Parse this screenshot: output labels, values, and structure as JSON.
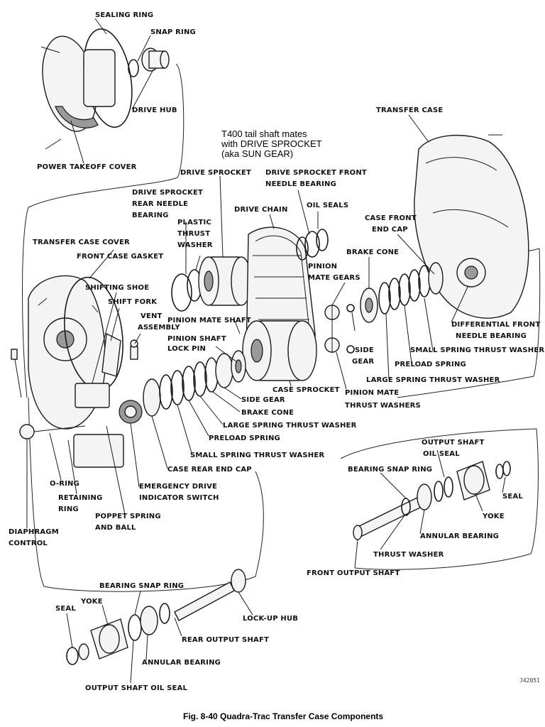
{
  "note": {
    "line1": "T400 tail shaft mates",
    "line2": "with DRIVE SPROCKET",
    "line3": "(aka SUN GEAR)"
  },
  "labels": {
    "sealing_ring": "SEALING RING",
    "snap_ring": "SNAP RING",
    "drive_hub": "DRIVE HUB",
    "power_takeoff_cover": "POWER TAKEOFF COVER",
    "transfer_case": "TRANSFER CASE",
    "drive_sprocket": "DRIVE SPROCKET",
    "drive_sprocket_front_needle_1": "DRIVE SPROCKET FRONT",
    "drive_sprocket_front_needle_2": "NEEDLE BEARING",
    "drive_sprocket_rear_needle_1": "DRIVE SPROCKET",
    "drive_sprocket_rear_needle_2": "REAR NEEDLE",
    "drive_sprocket_rear_needle_3": "BEARING",
    "drive_chain": "DRIVE CHAIN",
    "oil_seals": "OIL SEALS",
    "plastic_thrust_washer_1": "PLASTIC",
    "plastic_thrust_washer_2": "THRUST",
    "plastic_thrust_washer_3": "WASHER",
    "case_front_end_cap_1": "CASE FRONT",
    "case_front_end_cap_2": "END CAP",
    "transfer_case_cover": "TRANSFER CASE COVER",
    "front_case_gasket": "FRONT CASE GASKET",
    "brake_cone_upper": "BRAKE CONE",
    "pinion_mate_gears_1": "PINION",
    "pinion_mate_gears_2": "MATE GEARS",
    "shifting_shoe": "SHIFTING SHOE",
    "shift_fork": "SHIFT FORK",
    "pinion_mate_shaft": "PINION MATE SHAFT",
    "vent_assembly_1": "VENT",
    "vent_assembly_2": "ASSEMBLY",
    "differential_front_1": "DIFFERENTIAL FRONT",
    "differential_front_2": "NEEDLE BEARING",
    "pinion_shaft_lock_pin_1": "PINION SHAFT",
    "pinion_shaft_lock_pin_2": "LOCK PIN",
    "side_gear_right_1": "SIDE",
    "side_gear_right_2": "GEAR",
    "small_spring_thrust_washer_upper": "SMALL SPRING THRUST WASHER",
    "preload_spring_upper": "PRELOAD SPRING",
    "large_spring_thrust_washer_upper": "LARGE SPRING THRUST WASHER",
    "case_sprocket": "CASE SPROCKET",
    "pinion_mate_thrust_washers_1": "PINION MATE",
    "pinion_mate_thrust_washers_2": "THRUST WASHERS",
    "side_gear_lower": "SIDE GEAR",
    "brake_cone_lower": "BRAKE CONE",
    "large_spring_thrust_washer_lower": "LARGE SPRING THRUST WASHER",
    "preload_spring_lower": "PRELOAD SPRING",
    "small_spring_thrust_washer_lower": "SMALL SPRING THRUST WASHER",
    "output_shaft_oil_seal_right_1": "OUTPUT SHAFT",
    "output_shaft_oil_seal_right_2": "OIL SEAL",
    "case_rear_end_cap": "CASE REAR END CAP",
    "bearing_snap_ring_right": "BEARING SNAP RING",
    "seal_right": "SEAL",
    "o_ring": "O-RING",
    "emergency_drive_1": "EMERGENCY DRIVE",
    "emergency_drive_2": "INDICATOR SWITCH",
    "retaining_ring_1": "RETAINING",
    "retaining_ring_2": "RING",
    "yoke_right": "YOKE",
    "poppet_spring_1": "POPPET SPRING",
    "poppet_spring_2": "AND BALL",
    "annular_bearing_right": "ANNULAR BEARING",
    "diaphragm_control_1": "DIAPHRAGM",
    "diaphragm_control_2": "CONTROL",
    "thrust_washer_right": "THRUST WASHER",
    "front_output_shaft": "FRONT OUTPUT SHAFT",
    "bearing_snap_ring_lower": "BEARING SNAP RING",
    "seal_lower": "SEAL",
    "yoke_lower": "YOKE",
    "lock_up_hub": "LOCK-UP HUB",
    "rear_output_shaft": "REAR OUTPUT SHAFT",
    "annular_bearing_lower": "ANNULAR BEARING",
    "output_shaft_oil_seal_lower": "OUTPUT SHAFT OIL SEAL"
  },
  "ref_code": "J42051",
  "caption": "Fig. 8-40 Quadra-Trac Transfer Case Components"
}
